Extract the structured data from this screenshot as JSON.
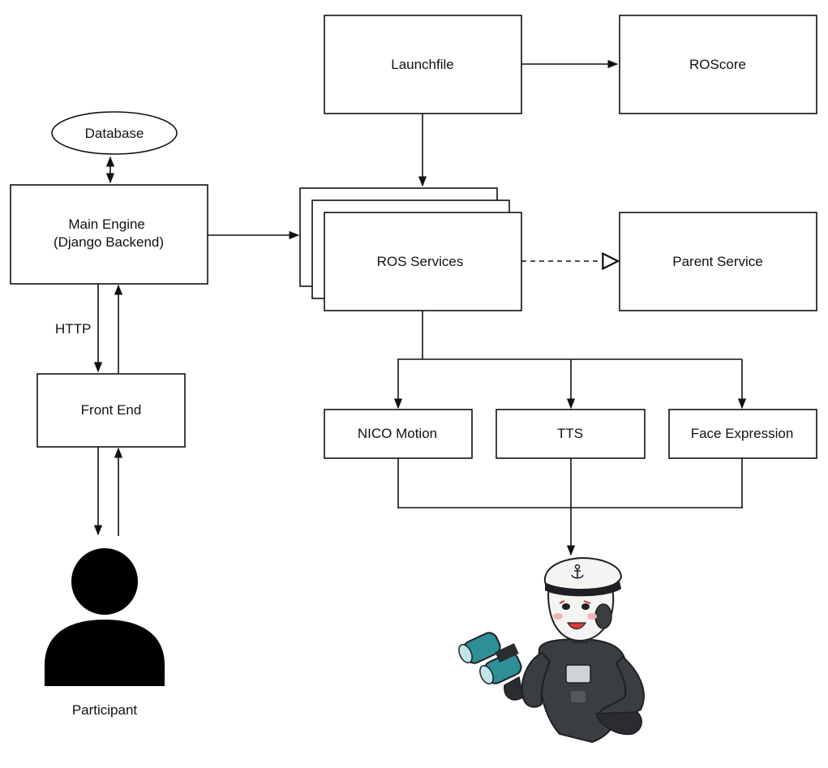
{
  "nodes": {
    "database": "Database",
    "main_engine": [
      "Main Engine",
      "(Django Backend)"
    ],
    "front_end": "Front End",
    "participant": "Participant",
    "launchfile": "Launchfile",
    "roscore": "ROScore",
    "ros_services": "ROS Services",
    "parent_service": "Parent Service",
    "nico_motion": "NICO Motion",
    "tts": "TTS",
    "face_expression": "Face Expression"
  },
  "edges": {
    "http_label": "HTTP"
  },
  "robot": {
    "icon": "robot-sailor-icon",
    "hat_emblem": "anchor"
  },
  "colors": {
    "line": "#111111",
    "robot_hat": "#f4f4f2",
    "robot_body": "#3a3d42",
    "binoculars": "#2f8f96"
  }
}
